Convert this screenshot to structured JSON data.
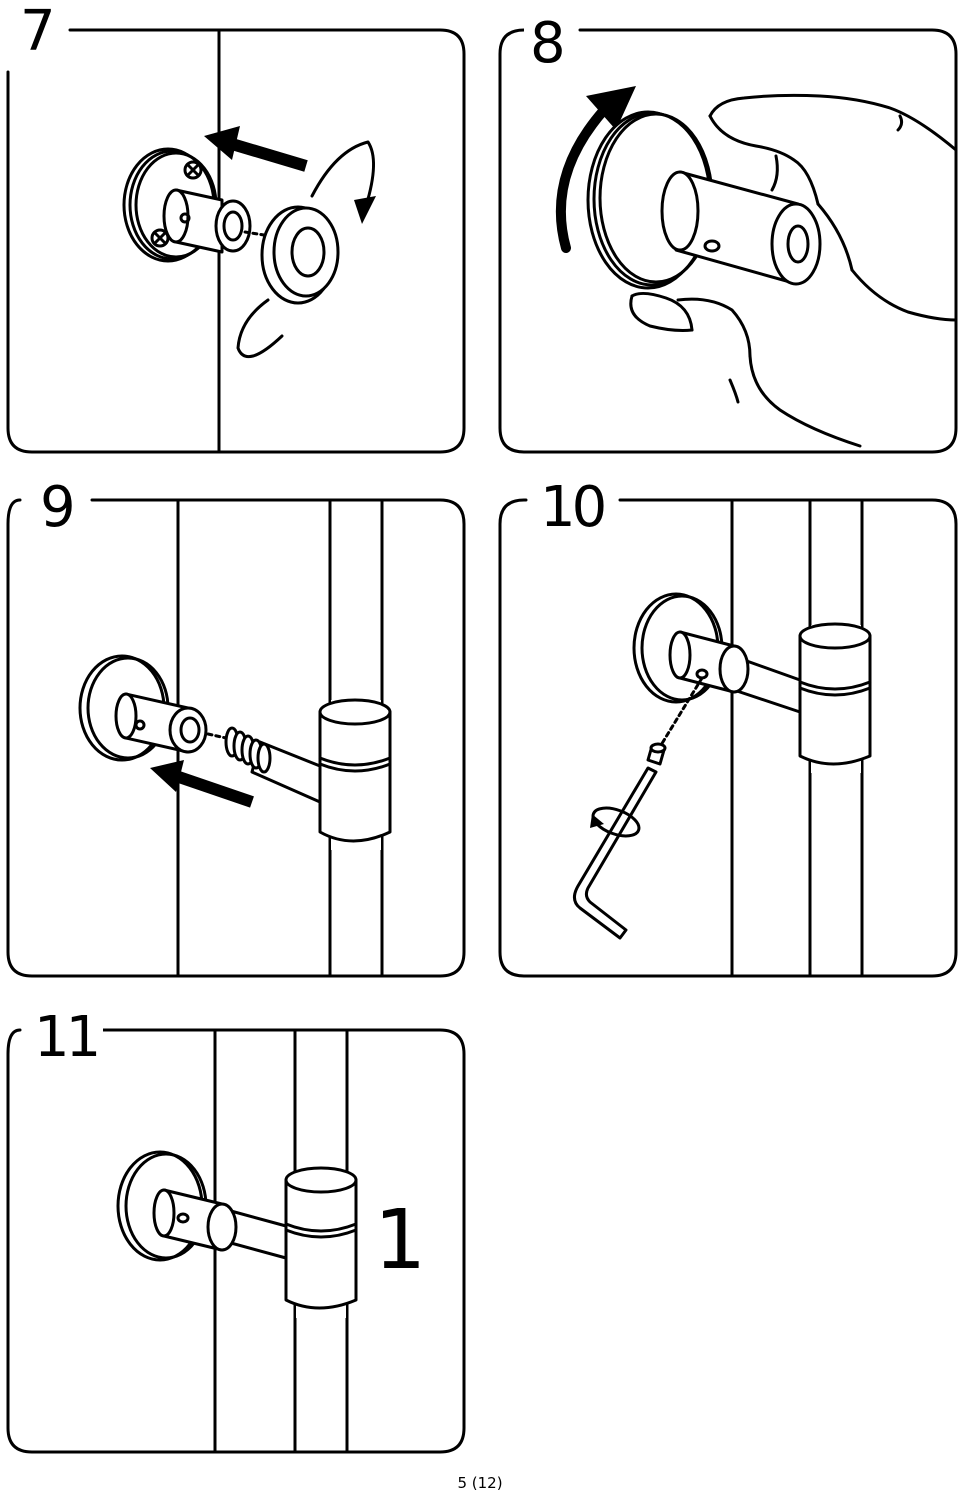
{
  "steps": [
    {
      "number": "7"
    },
    {
      "number": "8"
    },
    {
      "number": "9"
    },
    {
      "number": "10"
    },
    {
      "number": "11",
      "quantity": "1"
    }
  ],
  "footer": {
    "page": "5 (12)"
  },
  "icons": [
    "wall-bracket",
    "screw",
    "bracket-cap",
    "rotate-arrow",
    "push-arrow",
    "hand",
    "rod",
    "pole-clamp",
    "allen-key",
    "set-screw"
  ],
  "colors": {
    "line": "#000000",
    "background": "#ffffff"
  }
}
